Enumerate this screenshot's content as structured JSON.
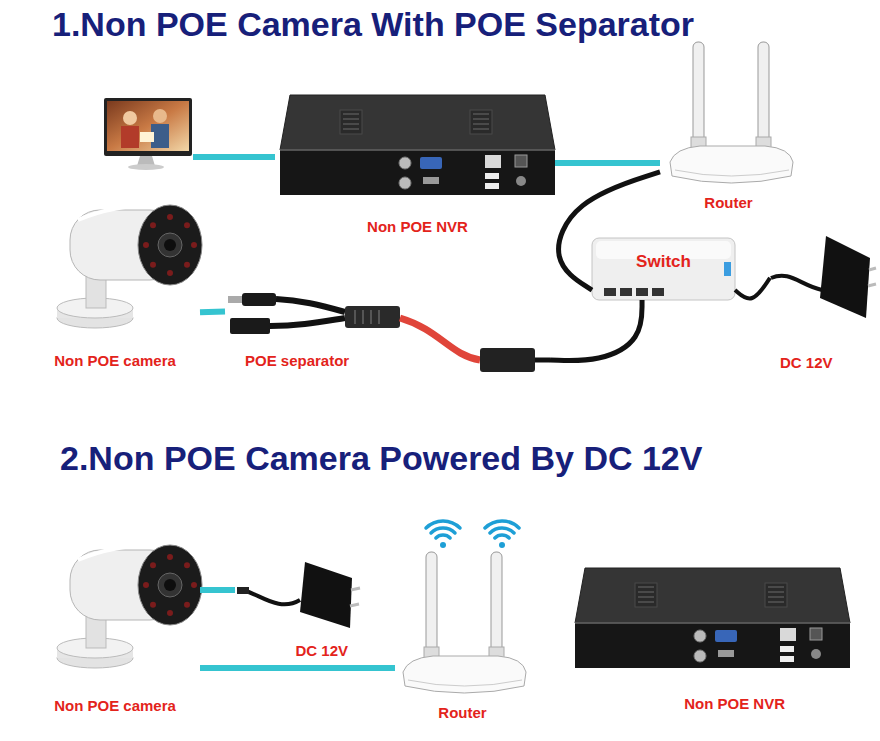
{
  "diagram": {
    "title": "1.Non POE Camera With POE Separator",
    "nodes": [
      {
        "text": [
          "Non POE NVR"
        ]
      },
      {
        "text": [
          "Router"
        ]
      },
      {
        "text": [
          "Non POE camera"
        ]
      },
      {
        "text": [
          "Switch"
        ]
      },
      {
        "text": [
          "POE separator"
        ]
      },
      {
        "text": [
          "DC 12V"
        ]
      },
      {
        "text": [
          "Non POE camera"
        ]
      },
      {
        "text": [
          "DC 12V"
        ]
      },
      {
        "text": [
          "Router"
        ]
      },
      {
        "text": [
          "Non POE NVR"
        ]
      }
    ],
    "edges": [
      {
        "from": 0,
        "to": 1,
        "arrow": "none"
      },
      {
        "from": 1,
        "to": 3,
        "arrow": "none"
      },
      {
        "from": 3,
        "to": 4,
        "arrow": "none"
      },
      {
        "from": 5,
        "to": 3,
        "arrow": "none"
      },
      {
        "from": 4,
        "to": 2,
        "arrow": "none"
      },
      {
        "from": 6,
        "to": 7,
        "arrow": "none"
      },
      {
        "from": 6,
        "to": 8,
        "arrow": "none"
      }
    ],
    "labels": [
      "2.Non POE Camera Powered By DC 12V"
    ]
  }
}
